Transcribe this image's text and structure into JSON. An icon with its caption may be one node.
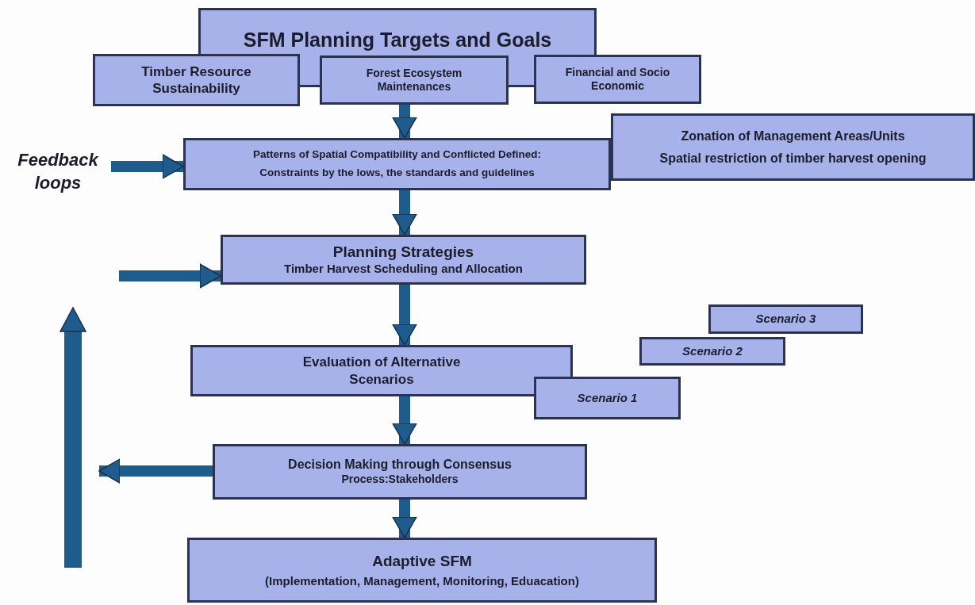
{
  "diagram": {
    "nodes": [
      {
        "text": [
          "SFM Planning Targets and Goals"
        ]
      },
      {
        "text": [
          "Timber Resource Sustainability"
        ]
      },
      {
        "text": [
          "Forest Ecosystem Maintenances"
        ]
      },
      {
        "text": [
          "Financial and Socio Economic"
        ]
      },
      {
        "text": [
          "Zonation of Management Areas/Units",
          "Spatial restriction of timber harvest opening"
        ]
      },
      {
        "text": [
          "Patterns of Spatial Compatibility and Conflicted Defined:",
          "Constraints by the lows, the standards and guidelines"
        ]
      },
      {
        "text": [
          "Planning Strategies",
          "Timber Harvest Scheduling and Allocation"
        ]
      },
      {
        "text": [
          "Evaluation of Alternative Scenarios"
        ]
      },
      {
        "text": [
          "Scenario 3"
        ]
      },
      {
        "text": [
          "Scenario 2"
        ]
      },
      {
        "text": [
          "Scenario 1"
        ]
      },
      {
        "text": [
          "Decision Making through Consensus",
          "Process:Stakeholders"
        ]
      },
      {
        "text": [
          "Adaptive SFM",
          "(Implementation, Management, Monitoring, Eduacation)"
        ]
      }
    ],
    "edges": [
      {
        "from": 2,
        "to": 5,
        "arrow": "to"
      },
      {
        "from": 5,
        "to": 6,
        "arrow": "to"
      },
      {
        "from": 6,
        "to": 7,
        "arrow": "to"
      },
      {
        "from": 7,
        "to": 11,
        "arrow": "to"
      },
      {
        "from": 11,
        "to": 12,
        "arrow": "to"
      },
      {
        "from": null,
        "to": 5,
        "arrow": "to"
      },
      {
        "from": null,
        "to": 6,
        "arrow": "to"
      },
      {
        "from": 11,
        "to": null,
        "arrow": "to"
      }
    ],
    "labels": [
      "Feedback loops"
    ]
  }
}
